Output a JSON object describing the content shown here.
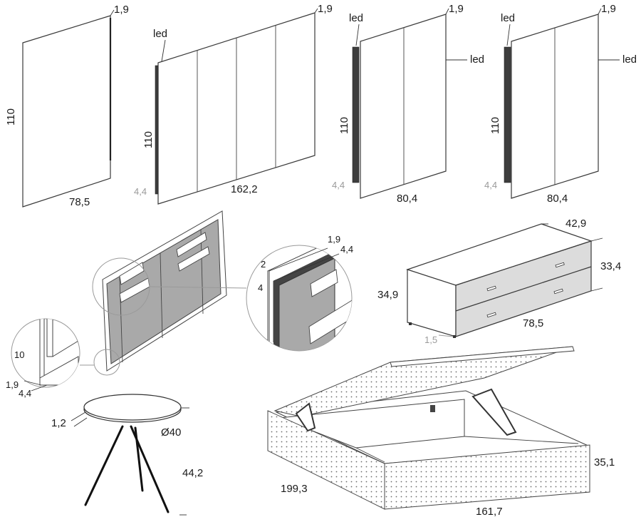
{
  "panel_single": {
    "height": "110",
    "width": "78,5",
    "thickness": "1,9"
  },
  "panel_wide": {
    "height": "110",
    "width": "162,2",
    "thickness": "1,9",
    "led": "led",
    "offset": "4,4"
  },
  "panel_led_a": {
    "height": "110",
    "width": "80,4",
    "thickness": "1,9",
    "led": "led",
    "led_side": "led",
    "offset": "4,4"
  },
  "panel_led_b": {
    "height": "110",
    "width": "80,4",
    "thickness": "1,9",
    "led": "led",
    "led_side": "led",
    "offset": "4,4"
  },
  "detail_zoom": {
    "top_dim": "1,9",
    "top_dim2": "4,4",
    "left_a": "2",
    "left_b": "4"
  },
  "detail_small": {
    "height": "10",
    "dim_a": "1,9",
    "dim_b": "4,4"
  },
  "drawer_unit": {
    "depth": "42,9",
    "height": "33,4",
    "side_height": "34,9",
    "width": "78,5",
    "foot": "1,5"
  },
  "side_table": {
    "top_thickness": "1,2",
    "diameter": "Ø40",
    "height": "44,2"
  },
  "storage_bed": {
    "length": "199,3",
    "width": "161,7",
    "height": "35,1"
  }
}
